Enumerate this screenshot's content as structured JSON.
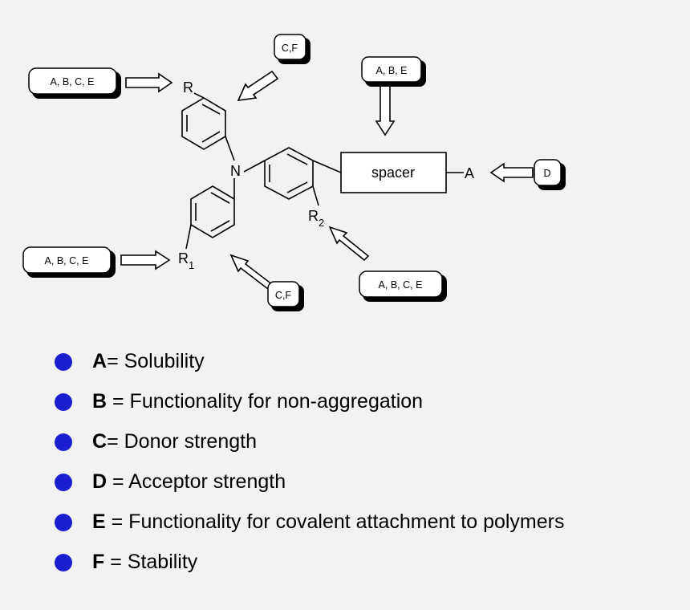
{
  "structure": {
    "atoms": {
      "R": "R",
      "R1_base": "R",
      "R1_sub": "1",
      "N": "N",
      "R2_base": "R",
      "R2_sub": "2",
      "A": "A"
    },
    "spacer_label": "spacer"
  },
  "tags": {
    "r_top": "A, B, C, E",
    "cf_top": "C,F",
    "spacer_top": "A, B, E",
    "acceptor": "D",
    "r1": "A, B, C, E",
    "cf_bottom": "C,F",
    "r2": "A, B, C, E"
  },
  "legend": [
    {
      "letter": "A",
      "text": "= Solubility"
    },
    {
      "letter": "B",
      "text": " = Functionality for non-aggregation"
    },
    {
      "letter": "C",
      "text": "= Donor strength"
    },
    {
      "letter": "D",
      "text": " = Acceptor strength"
    },
    {
      "letter": "E",
      "text": " = Functionality for covalent attachment to polymers"
    },
    {
      "letter": "F",
      "text": " = Stability"
    }
  ],
  "colors": {
    "bullet": "#1c1fd0",
    "background": "#f2f2f2"
  }
}
